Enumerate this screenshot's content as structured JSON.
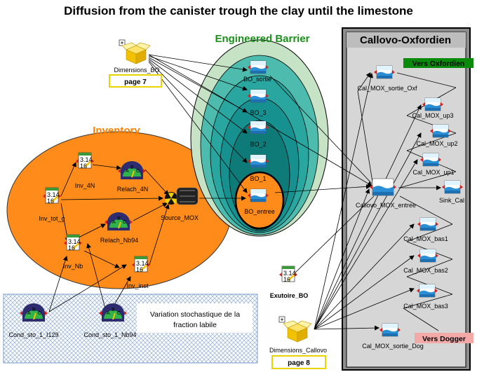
{
  "title": "Diffusion from the canister trough the clay until the limestone",
  "regions": {
    "engineered_barrier": "Engineered Barrier",
    "inventory": "Inventory",
    "callovo": "Callovo-Oxfordien"
  },
  "tags": {
    "vers_oxfordien": "Vers Oxfordien",
    "vers_dogger": "Vers Dogger"
  },
  "stochastic_note": [
    "Variation stochastique de la",
    "fraction labile"
  ],
  "value_icon": {
    "top": "3.14",
    "bottom": "16"
  },
  "nodes": {
    "dimensions_bo": "Dimensions_BO",
    "dimensions_bo_page": "page 7",
    "bo_sortie": "BO_sortie",
    "bo_3": "BO_3",
    "bo_2": "BO_2",
    "bo_1": "BO_1",
    "bo_entree": "BO_entree",
    "inv_4n": "Inv_4N",
    "relach_4n": "Relach_4N",
    "inv_tot_g": "Inv_tot_g",
    "source_mox": "Source_MOX",
    "relach_nb94": "Relach_Nb94",
    "inv_nb": "Inv_Nb",
    "inv_inst": "Inv_inst",
    "cond_sto_1_i129": "Cond_sto_1_I129",
    "cond_sto_1_nb94": "Cond_sto_1_Nb94",
    "exutoire_bo": "Exutoire_BO",
    "dimensions_callovo": "Dimensions_Callovo",
    "dimensions_callovo_page": "page 8",
    "cal_mox_sortie_oxf": "Cal_MOX_sortie_Oxf",
    "cal_mox_up3": "Cal_MOX_up3",
    "cal_mox_up2": "Cal_MOX_up2",
    "cal_mox_up1": "Cal_MOX_up1",
    "callovo_mox_entree": "Callovo_MOX_entree",
    "sink_cal": "Sink_Cal",
    "cal_mox_bas1": "Cal_MOX_bas1",
    "cal_mox_bas2": "Cal_MOX_bas2",
    "cal_mox_bas3": "Cal_MOX_bas3",
    "cal_mox_sortie_dog": "Cal_MOX_sortie_Dog"
  }
}
